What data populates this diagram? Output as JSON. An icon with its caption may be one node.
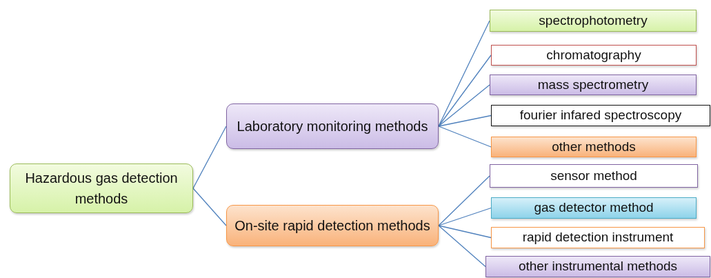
{
  "diagram": {
    "nodes": [
      {
        "text": [
          "Hazardous gas detection methods"
        ]
      },
      {
        "text": [
          "Laboratory monitoring methods"
        ]
      },
      {
        "text": [
          "On-site rapid detection methods"
        ]
      },
      {
        "text": [
          "spectrophotometry"
        ]
      },
      {
        "text": [
          "chromatography"
        ]
      },
      {
        "text": [
          "mass spectrometry"
        ]
      },
      {
        "text": [
          "fourier infared spectroscopy"
        ]
      },
      {
        "text": [
          "other methods"
        ]
      },
      {
        "text": [
          "sensor method"
        ]
      },
      {
        "text": [
          "gas detector method"
        ]
      },
      {
        "text": [
          "rapid detection instrument"
        ]
      },
      {
        "text": [
          "other instrumental methods"
        ]
      }
    ],
    "edges": [
      {
        "from": 0,
        "to": 1,
        "arrow": "none"
      },
      {
        "from": 0,
        "to": 2,
        "arrow": "none"
      },
      {
        "from": 1,
        "to": 3,
        "arrow": "none"
      },
      {
        "from": 1,
        "to": 4,
        "arrow": "none"
      },
      {
        "from": 1,
        "to": 5,
        "arrow": "none"
      },
      {
        "from": 1,
        "to": 6,
        "arrow": "none"
      },
      {
        "from": 1,
        "to": 7,
        "arrow": "none"
      },
      {
        "from": 2,
        "to": 8,
        "arrow": "none"
      },
      {
        "from": 2,
        "to": 9,
        "arrow": "none"
      },
      {
        "from": 2,
        "to": 10,
        "arrow": "none"
      },
      {
        "from": 2,
        "to": 11,
        "arrow": "none"
      }
    ]
  }
}
